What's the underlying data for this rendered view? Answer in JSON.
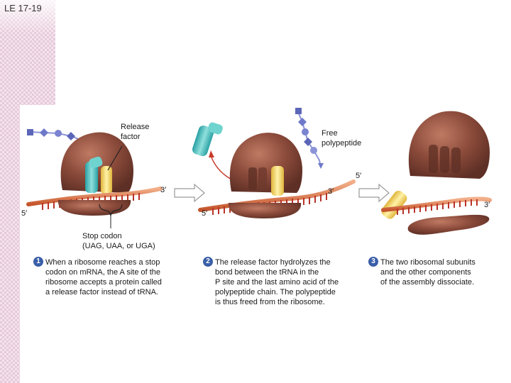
{
  "slide": {
    "label": "LE 17-19"
  },
  "labels": {
    "release_factor": "Release\nfactor",
    "free_polypeptide": "Free\npolypeptide",
    "stop_codon": "Stop codon\n(UAG, UAA, or UGA)",
    "p1_5prime": "5′",
    "p1_3prime": "3′",
    "p2_5prime": "5′",
    "p2_3prime": "3′",
    "p2_top_5prime": "5′",
    "p3_3prime": "3′"
  },
  "steps": [
    {
      "number": "1",
      "text": "When a ribosome reaches a stop\ncodon on mRNA, the A site of the\nribosome accepts a protein called\na release factor instead of tRNA."
    },
    {
      "number": "2",
      "text": "The release factor hydrolyzes the\nbond between the tRNA in the\nP site and the last amino acid of the\npolypeptide chain. The polypeptide\nis thus freed from the ribosome."
    },
    {
      "number": "3",
      "text": "The two ribosomal subunits\nand the other components\nof the assembly dissociate."
    }
  ],
  "colors": {
    "ribosome": "#8a4a3a",
    "ribosome_dark": "#5e2f25",
    "release_factor": "#5ec8c8",
    "trna": "#f2d36b",
    "mrna": "#d9713f",
    "codon_ticks": "#b8332a",
    "polypeptide": "#6e79c9",
    "badge": "#3a5fa8"
  },
  "icons": {
    "arrow": "right-arrow-icon"
  }
}
